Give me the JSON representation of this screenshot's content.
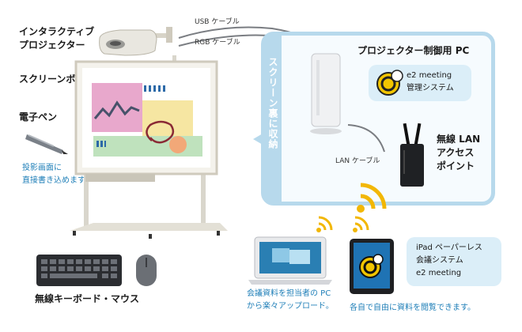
{
  "labels": {
    "interactive_projector": [
      "インタラクティブ",
      "プロジェクター"
    ],
    "screen_board": "スクリーンボード",
    "e_pen": "電子ペン",
    "direct_write": [
      "投影画面に",
      "直接書き込めます。"
    ],
    "keyboard_mouse": "無線キーボード・マウス",
    "usb_cable": "USB ケーブル",
    "rgb_cable": "RGB ケーブル",
    "behind_screen": "スクリーン裏に収納",
    "control_pc": "プロジェクター制御用 PC",
    "e2_system": [
      "e2 meeting",
      "管理システム"
    ],
    "lan_cable": "LAN ケーブル",
    "wireless_ap": [
      "無線 LAN",
      "アクセス",
      "ポイント"
    ],
    "ipad_system": [
      "iPad ペーパーレス",
      "会議システム",
      "e2 meeting"
    ],
    "pc_upload": [
      "会議資料を担当者の PC",
      "から楽々アップロード。"
    ],
    "each_view": "各自で自由に資料を閲覧できます。"
  },
  "colors": {
    "accent_blue": "#1f7fb8",
    "panel_border": "#b7d9ec",
    "wifi_yellow": "#f2b705"
  }
}
